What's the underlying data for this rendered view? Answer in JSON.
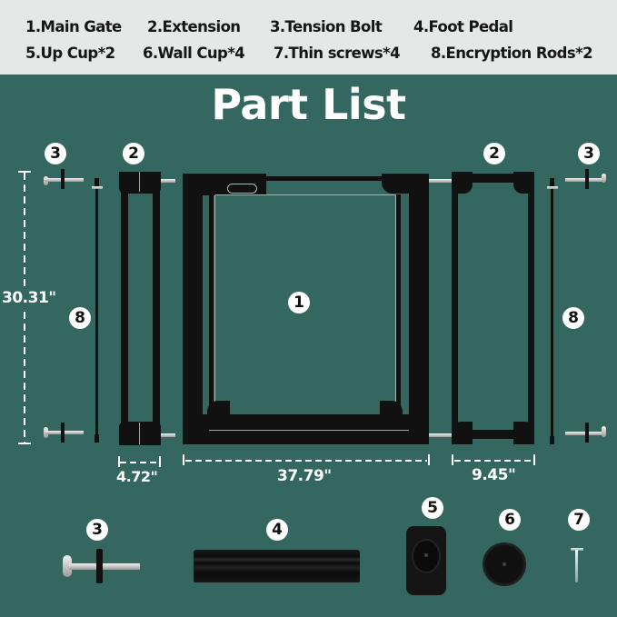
{
  "header": {
    "row1": [
      {
        "num": "1",
        "label": "1.Main Gate"
      },
      {
        "num": "2",
        "label": "2.Extension"
      },
      {
        "num": "3",
        "label": "3.Tension Bolt"
      },
      {
        "num": "4",
        "label": "4.Foot Pedal"
      }
    ],
    "row2": [
      {
        "num": "5",
        "label": "5.Up Cup*2"
      },
      {
        "num": "6",
        "label": "6.Wall Cup*4"
      },
      {
        "num": "7",
        "label": "7.Thin screws*4"
      },
      {
        "num": "8",
        "label": "8.Encryption Rods*2"
      }
    ]
  },
  "title": "Part List",
  "badges": {
    "main_gate": "1",
    "extension_left": "2",
    "extension_right": "2",
    "bolt_top_left": "3",
    "bolt_top_right": "3",
    "bolt_bottom": "3",
    "pedal": "4",
    "up_cup": "5",
    "wall_cup": "6",
    "screw": "7",
    "rod_left": "8",
    "rod_right": "8"
  },
  "dimensions": {
    "height": "30.31\"",
    "extension_small_width": "4.72\"",
    "gate_width": "37.79\"",
    "extension_large_width": "9.45\""
  },
  "colors": {
    "background": "#336760",
    "header_bg": "#e4e9e8",
    "part_black": "#111111",
    "text_white": "#ffffff"
  }
}
